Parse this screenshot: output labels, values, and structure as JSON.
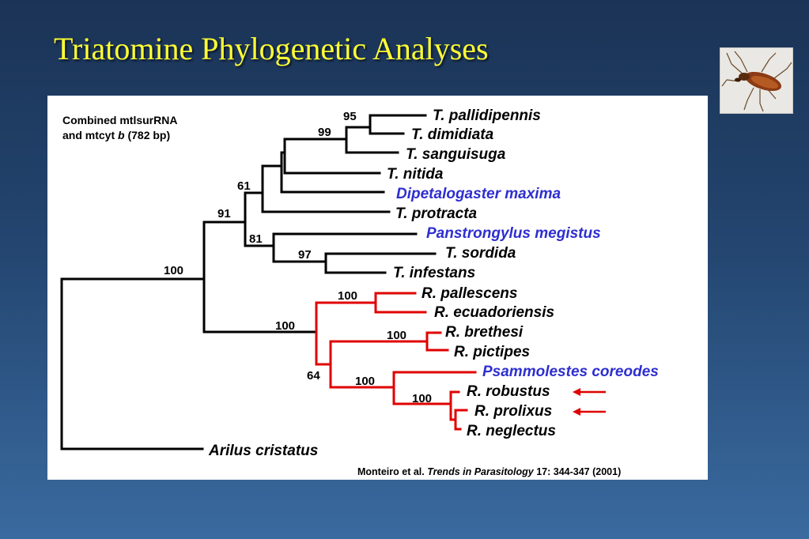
{
  "slide": {
    "title": "Triatomine Phylogenetic Analyses"
  },
  "tree": {
    "dataset_line1": "Combined mtlsurRNA",
    "dataset_line2_prefix": "and mtcyt ",
    "dataset_line2_gene": "b",
    "dataset_line2_suffix": " (782 bp)",
    "taxa": {
      "t_pallidipennis": "T. pallidipennis",
      "t_dimidiata": "T. dimidiata",
      "t_sanguisuga": "T. sanguisuga",
      "t_nitida": "T. nitida",
      "dipetalogaster_maxima": "Dipetalogaster maxima",
      "t_protracta": "T. protracta",
      "panstrongylus_megistus": "Panstrongylus megistus",
      "t_sordida": "T. sordida",
      "t_infestans": "T. infestans",
      "r_pallescens": "R. pallescens",
      "r_ecuadoriensis": "R. ecuadoriensis",
      "r_brethesi": "R. brethesi",
      "r_pictipes": "R. pictipes",
      "psammolestes_coreodes": "Psammolestes coreodes",
      "r_robustus": "R. robustus",
      "r_prolixus": "R. prolixus",
      "r_neglectus": "R. neglectus",
      "arilus_cristatus": "Arilus cristatus"
    },
    "bootstrap": {
      "b95": "95",
      "b99": "99",
      "b61": "61",
      "b91": "91",
      "b81": "81",
      "b97": "97",
      "b100_root": "100",
      "b100_pallescens": "100",
      "b100_rhodnius": "100",
      "b100_brethesi": "100",
      "b64": "64",
      "b100_psammolestes": "100",
      "b100_prolixus": "100"
    },
    "colors": {
      "triatomini_branches": "#000000",
      "rhodniini_branches": "#e00000",
      "non_triatoma_taxa": "#2e2ed0",
      "highlight_arrows": "#e00000"
    },
    "highlighted_taxa": [
      "R. robustus",
      "R. prolixus"
    ]
  },
  "citation": {
    "authors": "Monteiro et al. ",
    "journal": "Trends in Parasitology",
    "details": " 17: 344-347 (2001)"
  }
}
